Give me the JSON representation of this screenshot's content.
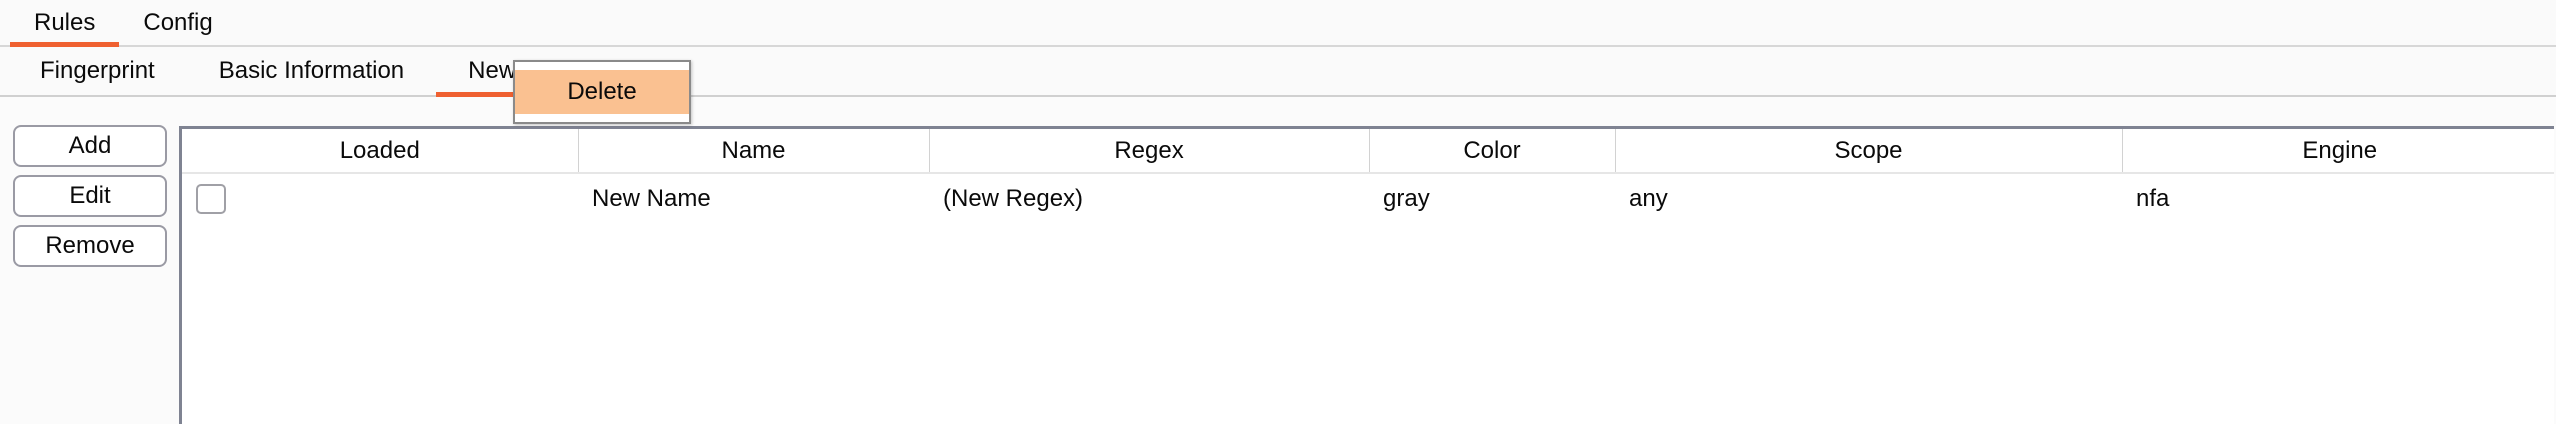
{
  "primary_tabs": [
    {
      "label": "Rules",
      "selected": true
    },
    {
      "label": "Config",
      "selected": false
    }
  ],
  "secondary_tabs": [
    {
      "label": "Fingerprint",
      "selected": false
    },
    {
      "label": "Basic Information",
      "selected": false
    },
    {
      "label": "New 0",
      "selected": true
    }
  ],
  "context_menu": {
    "items": [
      {
        "label": "Delete",
        "highlighted": true
      }
    ]
  },
  "side_buttons": [
    {
      "label": "Add"
    },
    {
      "label": "Edit"
    },
    {
      "label": "Remove"
    }
  ],
  "table": {
    "columns": [
      "Loaded",
      "Name",
      "Regex",
      "Color",
      "Scope",
      "Engine"
    ],
    "rows": [
      {
        "loaded": false,
        "name": "New Name",
        "regex": "(New Regex)",
        "color": "gray",
        "scope": "any",
        "engine": "nfa"
      }
    ]
  },
  "colors": {
    "accent": "#ef6030",
    "menu_highlight": "#fac191",
    "table_border": "#7f8392",
    "button_border": "#9a9aa4"
  }
}
